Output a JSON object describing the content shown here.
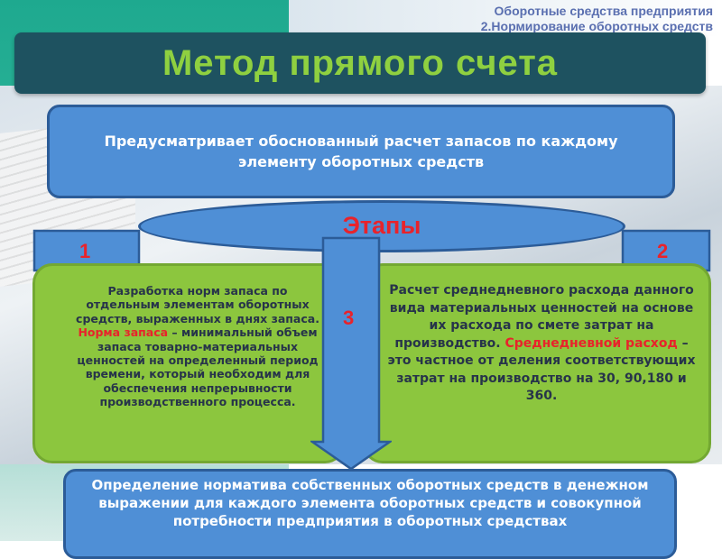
{
  "header": {
    "line1": "Оборотные средства предприятия",
    "line2": "2.Нормирование оборотных средств"
  },
  "title": "Метод прямого счета",
  "top_box": {
    "text": "Предусматривает обоснованный расчет запасов по каждому элементу оборотных средств"
  },
  "stages": {
    "label": "Этапы",
    "num1": "1",
    "num2": "2",
    "num3": "3"
  },
  "left_box": {
    "intro": "Разработка норм запаса по отдельным элементам оборотных средств, выраженных в днях запаса.",
    "term": "Норма запаса",
    "definition": " – минимальный объем запаса товарно-материальных ценностей на определенный период времени, который необходим для обеспечения непрерывности производственного процесса."
  },
  "right_box": {
    "intro": "Расчет среднедневного расхода данного вида материальных ценностей на основе их расхода по смете затрат на производство.",
    "term": "Среднедневной расход",
    "definition": " – это частное от деления соответствующих затрат на производство на 30, 90,180 и 360."
  },
  "bottom_box": {
    "text": "Определение норматива собственных оборотных средств в денежном выражении для каждого элемента оборотных средств и совокупной потребности предприятия в оборотных средствах"
  },
  "colors": {
    "title_bg": "#1e5260",
    "title_text": "#8fd040",
    "blue_box": "#4f8fd6",
    "green_box": "#8cc63e",
    "accent_red": "#e8232b"
  }
}
